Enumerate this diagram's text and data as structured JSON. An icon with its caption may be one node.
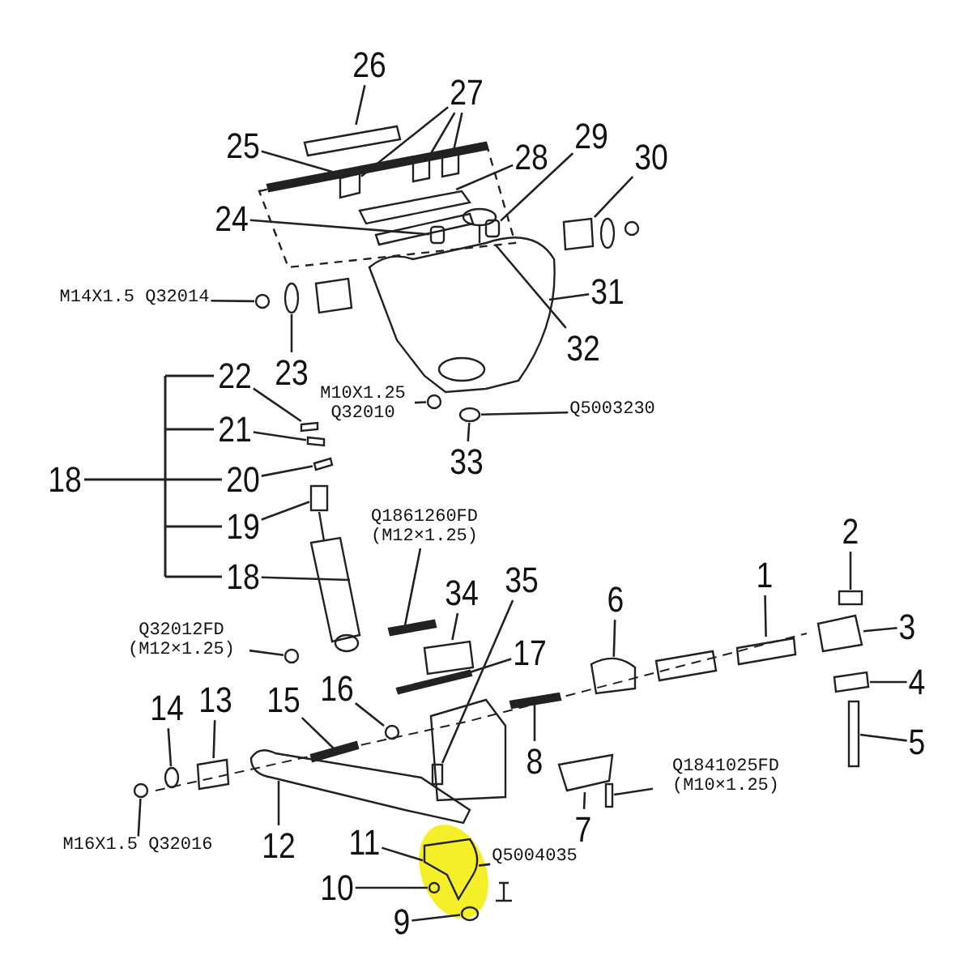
{
  "diagram": {
    "nodes": [
      {
        "text": [
          "26"
        ]
      },
      {
        "text": [
          "27"
        ]
      },
      {
        "text": [
          "25"
        ]
      },
      {
        "text": [
          "28"
        ]
      },
      {
        "text": [
          "29"
        ]
      },
      {
        "text": [
          "30"
        ]
      },
      {
        "text": [
          "24"
        ]
      },
      {
        "text": [
          "M14X1.5 Q32014"
        ]
      },
      {
        "text": [
          "31"
        ]
      },
      {
        "text": [
          "32"
        ]
      },
      {
        "text": [
          "22"
        ]
      },
      {
        "text": [
          "23"
        ]
      },
      {
        "text": [
          "M10X1.25 Q32010"
        ]
      },
      {
        "text": [
          "Q5003230"
        ]
      },
      {
        "text": [
          "21"
        ]
      },
      {
        "text": [
          "33"
        ]
      },
      {
        "text": [
          "20"
        ]
      },
      {
        "text": [
          "19"
        ]
      },
      {
        "text": [
          "18"
        ]
      },
      {
        "text": [
          "Q1861260FD (M12×1.25)"
        ]
      },
      {
        "text": [
          "2"
        ]
      },
      {
        "text": [
          "35"
        ]
      },
      {
        "text": [
          "1"
        ]
      },
      {
        "text": [
          "34"
        ]
      },
      {
        "text": [
          "6"
        ]
      },
      {
        "text": [
          "3"
        ]
      },
      {
        "text": [
          "Q32012FD (M12×1.25)"
        ]
      },
      {
        "text": [
          "17"
        ]
      },
      {
        "text": [
          "4"
        ]
      },
      {
        "text": [
          "14"
        ]
      },
      {
        "text": [
          "13"
        ]
      },
      {
        "text": [
          "15"
        ]
      },
      {
        "text": [
          "16"
        ]
      },
      {
        "text": [
          "8"
        ]
      },
      {
        "text": [
          "5"
        ]
      },
      {
        "text": [
          "Q1841025FD (M10×1.25)"
        ]
      },
      {
        "text": [
          "7"
        ]
      },
      {
        "text": [
          "M16X1.5 Q32016"
        ]
      },
      {
        "text": [
          "12"
        ]
      },
      {
        "text": [
          "11"
        ]
      },
      {
        "text": [
          "Q5004035"
        ]
      },
      {
        "text": [
          "10"
        ]
      },
      {
        "text": [
          "9"
        ]
      },
      {
        "text": [],
        "shape": "box"
      },
      {
        "text": [],
        "shape": "box"
      },
      {
        "text": [],
        "shape": "box"
      },
      {
        "text": [],
        "shape": "box"
      },
      {
        "text": [],
        "shape": "bar"
      },
      {
        "text": [],
        "shape": "box"
      },
      {
        "text": [],
        "shape": "box"
      },
      {
        "text": [],
        "shape": "box"
      },
      {
        "text": [],
        "shape": "box"
      },
      {
        "text": [],
        "shape": "circle"
      },
      {
        "text": [],
        "shape": "box"
      },
      {
        "text": [],
        "shape": "circle"
      },
      {
        "text": [],
        "shape": "box"
      },
      {
        "text": [],
        "shape": "circle"
      },
      {
        "text": [],
        "shape": "circle"
      },
      {
        "text": [],
        "shape": "circle"
      },
      {
        "text": [],
        "shape": "box"
      },
      {
        "text": [],
        "shape": "box"
      },
      {
        "text": [],
        "shape": "box"
      },
      {
        "text": [],
        "shape": "box"
      },
      {
        "text": [],
        "shape": "bar"
      },
      {
        "text": [],
        "shape": "box"
      },
      {
        "text": [],
        "shape": "box"
      },
      {
        "text": [],
        "shape": "box"
      },
      {
        "text": [],
        "shape": "box"
      },
      {
        "text": [],
        "shape": "box"
      },
      {
        "text": [],
        "shape": "box"
      },
      {
        "text": [],
        "shape": "circle"
      },
      {
        "text": [],
        "shape": "bar"
      },
      {
        "text": [],
        "shape": "box"
      },
      {
        "text": [],
        "shape": "circle"
      },
      {
        "text": [],
        "shape": "box"
      },
      {
        "text": [],
        "shape": "bar"
      },
      {
        "text": [],
        "shape": "circle"
      },
      {
        "text": [],
        "shape": "bar"
      },
      {
        "text": [],
        "shape": "box"
      },
      {
        "text": [],
        "shape": "box"
      },
      {
        "text": [],
        "shape": "box"
      },
      {
        "text": [],
        "shape": "circle"
      },
      {
        "text": [],
        "shape": "box"
      },
      {
        "text": [],
        "shape": "box"
      },
      {
        "text": [],
        "shape": "circle"
      },
      {
        "text": [],
        "shape": "circle"
      }
    ],
    "edges": [
      {
        "from": 0,
        "to": 43,
        "arrow": "none"
      },
      {
        "from": 1,
        "to": 44,
        "arrow": "none"
      },
      {
        "from": 1,
        "to": 45,
        "arrow": "none"
      },
      {
        "from": 1,
        "to": 46,
        "arrow": "none"
      },
      {
        "from": 2,
        "to": 47,
        "arrow": "none"
      },
      {
        "from": 3,
        "to": 48,
        "arrow": "none"
      },
      {
        "from": 4,
        "to": 49,
        "arrow": "none"
      },
      {
        "from": 5,
        "to": 50,
        "arrow": "none"
      },
      {
        "from": 6,
        "to": 51,
        "arrow": "none"
      },
      {
        "from": 7,
        "to": 52,
        "arrow": "none"
      },
      {
        "from": 8,
        "to": 53,
        "arrow": "none"
      },
      {
        "from": 9,
        "to": 54,
        "arrow": "none"
      },
      {
        "from": 10,
        "to": 55,
        "arrow": "none"
      },
      {
        "from": 11,
        "to": 56,
        "arrow": "none"
      },
      {
        "from": 12,
        "to": 57,
        "arrow": "none"
      },
      {
        "from": 13,
        "to": 58,
        "arrow": "none"
      },
      {
        "from": 14,
        "to": 59,
        "arrow": "none"
      },
      {
        "from": 15,
        "to": 58,
        "arrow": "none"
      },
      {
        "from": 16,
        "to": 60,
        "arrow": "none"
      },
      {
        "from": 17,
        "to": 61,
        "arrow": "none"
      },
      {
        "from": 18,
        "to": 62,
        "arrow": "none"
      },
      {
        "from": 19,
        "to": 63,
        "arrow": "none"
      },
      {
        "from": 20,
        "to": 64,
        "arrow": "none"
      },
      {
        "from": 21,
        "to": 65,
        "arrow": "none"
      },
      {
        "from": 22,
        "to": 66,
        "arrow": "none"
      },
      {
        "from": 23,
        "to": 67,
        "arrow": "none"
      },
      {
        "from": 24,
        "to": 68,
        "arrow": "none"
      },
      {
        "from": 25,
        "to": 69,
        "arrow": "none"
      },
      {
        "from": 26,
        "to": 70,
        "arrow": "none"
      },
      {
        "from": 27,
        "to": 71,
        "arrow": "none"
      },
      {
        "from": 28,
        "to": 72,
        "arrow": "none"
      },
      {
        "from": 29,
        "to": 73,
        "arrow": "none"
      },
      {
        "from": 30,
        "to": 74,
        "arrow": "none"
      },
      {
        "from": 31,
        "to": 75,
        "arrow": "none"
      },
      {
        "from": 32,
        "to": 76,
        "arrow": "none"
      },
      {
        "from": 33,
        "to": 77,
        "arrow": "none"
      },
      {
        "from": 34,
        "to": 78,
        "arrow": "none"
      },
      {
        "from": 35,
        "to": 79,
        "arrow": "none"
      },
      {
        "from": 36,
        "to": 80,
        "arrow": "none"
      },
      {
        "from": 37,
        "to": 81,
        "arrow": "none"
      },
      {
        "from": 38,
        "to": 82,
        "arrow": "none"
      },
      {
        "from": 39,
        "to": 83,
        "arrow": "none"
      },
      {
        "from": 40,
        "to": 83,
        "arrow": "none"
      },
      {
        "from": 41,
        "to": 84,
        "arrow": "none"
      },
      {
        "from": 42,
        "to": 85,
        "arrow": "none"
      }
    ],
    "labels": [
      "18"
    ]
  }
}
